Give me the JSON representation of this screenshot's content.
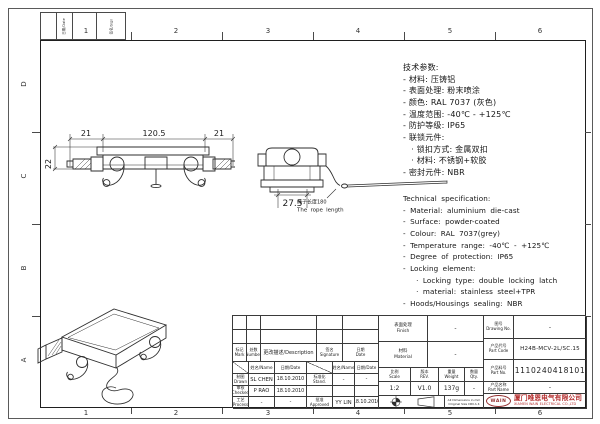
{
  "colors": {
    "line": "#2e2e2e",
    "brand_red": "#b53030"
  },
  "frame": {
    "top_zones": [
      "1",
      "2",
      "3",
      "4",
      "5",
      "6"
    ],
    "bottom_zones": [
      "1",
      "2",
      "3",
      "4",
      "5",
      "6"
    ],
    "side_zones": [
      "D",
      "C",
      "B",
      "A"
    ],
    "corner_cells": [
      "日期/Date",
      "签名/Sign"
    ]
  },
  "views": {
    "side": {
      "dim_left": "21",
      "dim_mid": "120.5",
      "dim_right": "21",
      "dim_height": "22"
    },
    "front": {
      "dim_width": "27.5",
      "rope_note_cn": "绳子长度180",
      "rope_note_en": "The rope length"
    }
  },
  "specs_cn": {
    "lines": [
      "技术参数:",
      "- 材料: 压铸铝",
      "- 表面处理: 粉末喷涂",
      "- 颜色: RAL 7037 (灰色)",
      "- 温度范围: -40℃ - +125℃",
      "- 防护等级: IP65",
      "- 联锁元件:",
      "   · 锁扣方式: 金属双扣",
      "   · 材料: 不锈钢+软胶",
      "- 密封元件: NBR"
    ]
  },
  "specs_en": {
    "lines": [
      "Technical specification:",
      "- Material: aluminium die-cast",
      "- Surface: powder-coated",
      "- Colour: RAL 7037(grey)",
      "- Temperature range: -40℃ - +125℃",
      "- Degree of protection: IP65",
      "- Locking element:",
      "   · Locking type: double locking latch",
      "   · material: stainless steel+TPR",
      "- Hoods/Housings sealing: NBR"
    ]
  },
  "title_block": {
    "headers": {
      "mark": "标记\nMark",
      "number": "处数\nNumber",
      "description": "更改描述/Description",
      "signature": "签名\nSignature",
      "date": "日期\nDate",
      "name": "姓名/Name",
      "date_inline": "日期/Date"
    },
    "sign_rows": {
      "drawn_label": "制图\nDrawn",
      "drawn_name": "SL CHEN",
      "drawn_date": "18.10.2010",
      "checked_label": "审核\nChecked",
      "checked_name": "P RAO",
      "checked_date": "18.10.2010",
      "process_label": "工艺\nProcess",
      "process_name": "-",
      "process_date": "-",
      "stand_label": "标准化\nStand.",
      "stand_name": "-",
      "stand_date": "-",
      "approved_label": "批准\nApproved",
      "approved_name": "YY LIN",
      "approved_date": "18.10.2010"
    },
    "fields": {
      "finish_label": "表面处理\nFinish",
      "finish_value": "-",
      "material_label": "材料\nMaterial",
      "material_value": "-",
      "scale_label": "比例\nScale",
      "scale_value": "1:2",
      "rev_label": "版本\nREV.",
      "rev_value": "V1.0",
      "weight_label": "重量\nWeight",
      "weight_value": "137g",
      "qty_label": "数量\nQty.",
      "qty_value": "-",
      "note": "All Dimensions in mm\nOriginal Size DIN A 4",
      "drawing_no_label": "图号\nDrawing No.",
      "drawing_no_value": "-",
      "part_code_label": "产品代号\nPart Code",
      "part_code_value": "H24B-MCV-2L/SC.15",
      "part_no_label": "产品料号\nPart No.",
      "part_no_value": "1110240418101",
      "part_name_label": "产品名称\nPart Name",
      "part_name_value": "-"
    },
    "company": {
      "logo": "WAIN",
      "name_cn": "厦门唯恩电气有限公司",
      "name_en": "XIAMEN WAIN ELECTRICAL CO.,LTD"
    }
  }
}
